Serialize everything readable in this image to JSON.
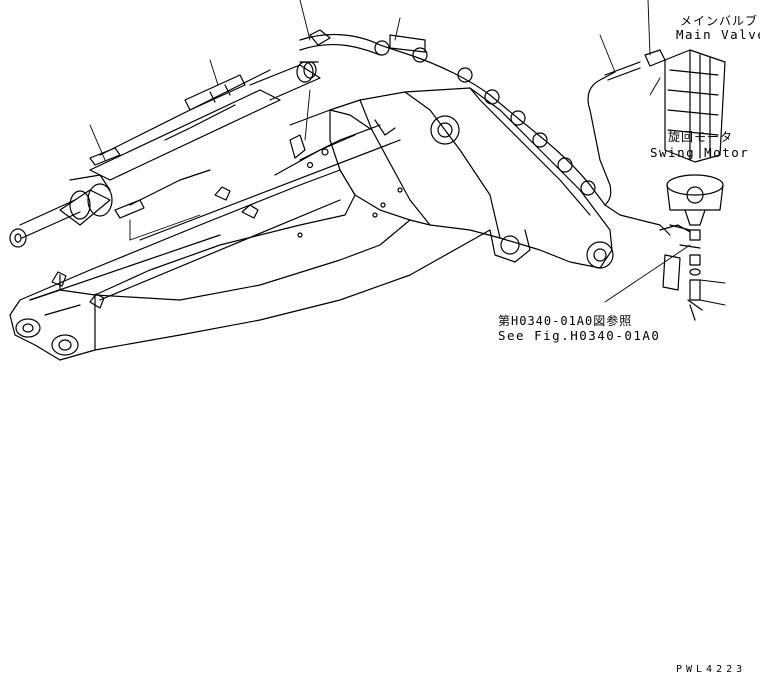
{
  "labels": {
    "main_valve_jp": "メインバルブ",
    "main_valve_en": "Main Valve",
    "swing_motor_jp": "旋回モータ",
    "swing_motor_en": "Swing Motor",
    "see_fig_jp": "第H0340-01A0図参照",
    "see_fig_en": "See Fig.H0340-01A0",
    "drawing_code": "PWL4223"
  },
  "colors": {
    "line": "#000000",
    "background": "#ffffff"
  }
}
